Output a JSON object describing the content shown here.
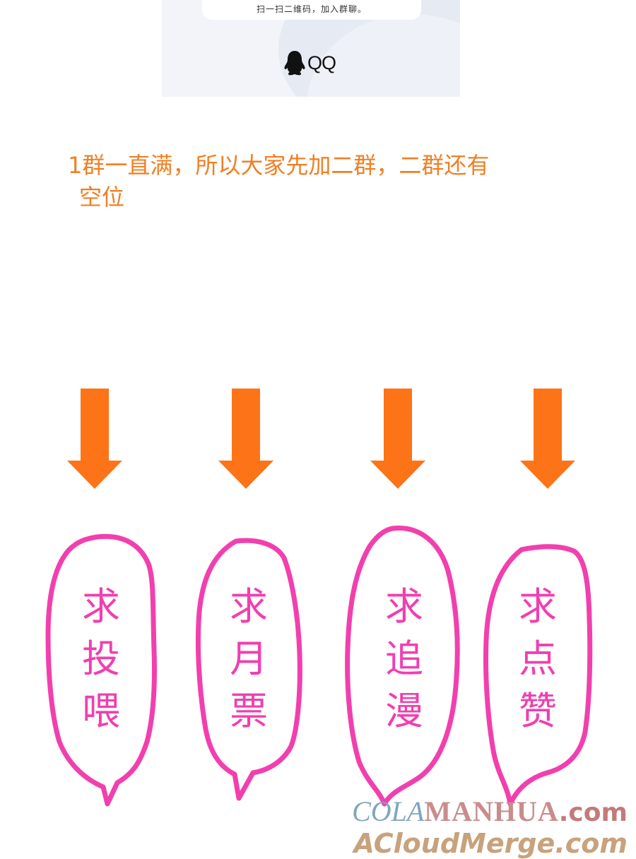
{
  "qr_card": {
    "caption": "扫一扫二维码，加入群聊。",
    "brand_icon": "qq-penguin-icon",
    "brand_label": "QQ"
  },
  "notice": {
    "line1": "1群一直满，所以大家先加二群，二群还有",
    "line2": "空位",
    "color": "#f07f24"
  },
  "arrows": {
    "icon": "arrow-down-icon",
    "color": "#fc7417",
    "count": 4
  },
  "bubbles": [
    {
      "chars": [
        "求",
        "投",
        "喂"
      ],
      "text": "求投喂"
    },
    {
      "chars": [
        "求",
        "月",
        "票"
      ],
      "text": "求月票"
    },
    {
      "chars": [
        "求",
        "追",
        "漫"
      ],
      "text": "求追漫"
    },
    {
      "chars": [
        "求",
        "点",
        "赞"
      ],
      "text": "求点赞"
    }
  ],
  "bubble_color": "#f23fae",
  "watermark": {
    "line1_part1": "COLA",
    "line1_part2": "MANHUA",
    "line1_part3": ".com",
    "line2": "ACloudMerge.com"
  }
}
